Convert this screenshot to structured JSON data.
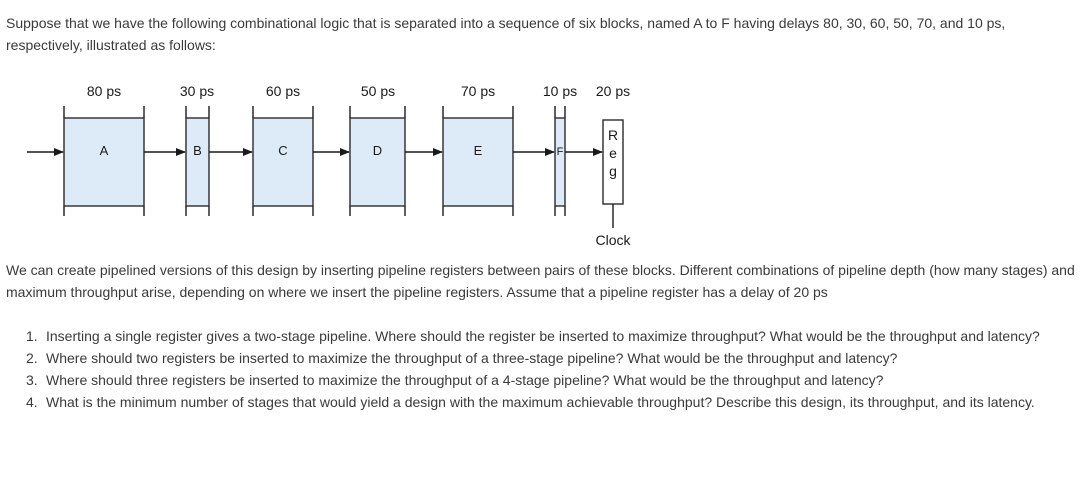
{
  "intro": "Suppose that we have the following combinational logic that is separated into a sequence of six blocks, named A to F having delays 80, 30, 60, 50, 70, and 10 ps, respectively, illustrated as follows:",
  "diagram": {
    "block_fill": "#dcebf7",
    "block_stroke": "#2b2b2b",
    "blocks": [
      {
        "name": "A",
        "delay": "80 ps"
      },
      {
        "name": "B",
        "delay": "30 ps"
      },
      {
        "name": "C",
        "delay": "60 ps"
      },
      {
        "name": "D",
        "delay": "50 ps"
      },
      {
        "name": "E",
        "delay": "70 ps"
      },
      {
        "name": "F",
        "delay": "10 ps"
      }
    ],
    "register": {
      "letters": [
        "R",
        "e",
        "g"
      ],
      "delay": "20 ps"
    },
    "clock_label": "Clock"
  },
  "middle": "We can create pipelined versions of this design by inserting pipeline registers between pairs of these blocks. Different combinations of pipeline depth (how many stages) and maximum throughput arise, depending on where we insert the pipeline registers. Assume that a pipeline register has a delay of 20 ps",
  "questions": [
    {
      "num": "1.",
      "text": "Inserting a single register gives a two-stage pipeline. Where should the register be inserted to maximize throughput? What would be the throughput and latency?"
    },
    {
      "num": "2.",
      "text": "Where should two registers be inserted to maximize the throughput of a three-stage pipeline? What would be the throughput and latency?"
    },
    {
      "num": "3.",
      "text": "Where should three registers be inserted to maximize the throughput of a 4-stage pipeline? What would be the throughput and latency?"
    },
    {
      "num": "4.",
      "text": "What is the minimum number of stages that would yield a design with the maximum achievable throughput? Describe this design, its throughput, and its latency."
    }
  ]
}
